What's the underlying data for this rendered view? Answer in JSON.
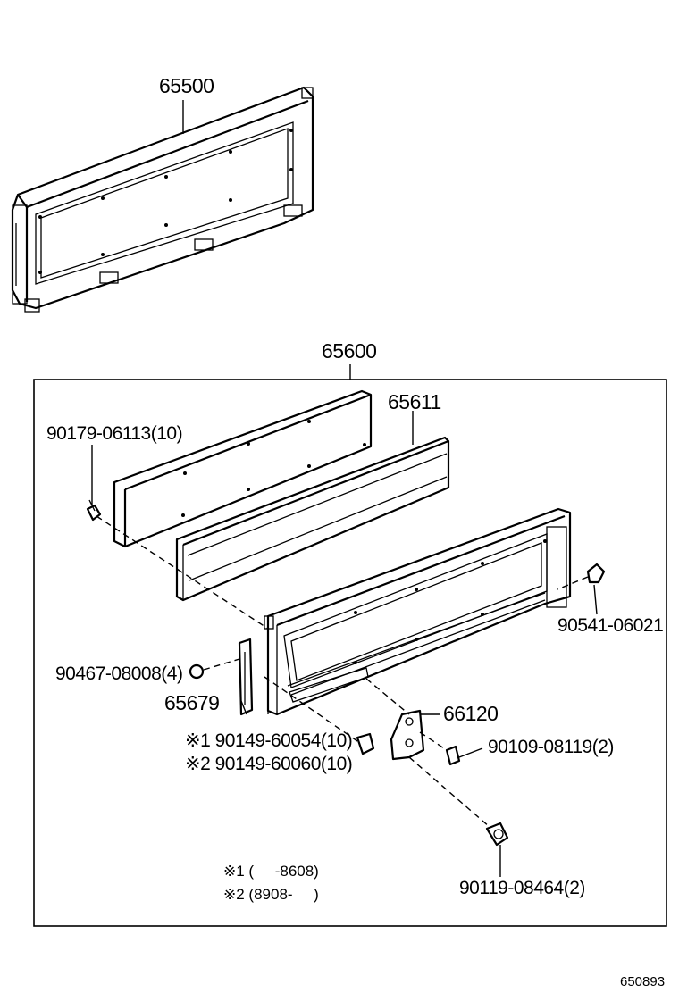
{
  "diagram": {
    "assembly_labels": {
      "rear_panel": "65500",
      "gate_assy": "65600"
    },
    "part_labels": {
      "p65611": "65611",
      "p90179": "90179-06113(10)",
      "p90541": "90541-06021",
      "p90467": "90467-08008(4)",
      "p65679": "65679",
      "p66120": "66120",
      "p90149a": "※1 90149-60054(10)",
      "p90149b": "※2 90149-60060(10)",
      "p90109": "90109-08119(2)",
      "p90119": "90119-08464(2)"
    },
    "notes": {
      "note1": "※1 (     -8608)",
      "note2": "※2 (8908-     )"
    },
    "figure_id": "650893"
  }
}
